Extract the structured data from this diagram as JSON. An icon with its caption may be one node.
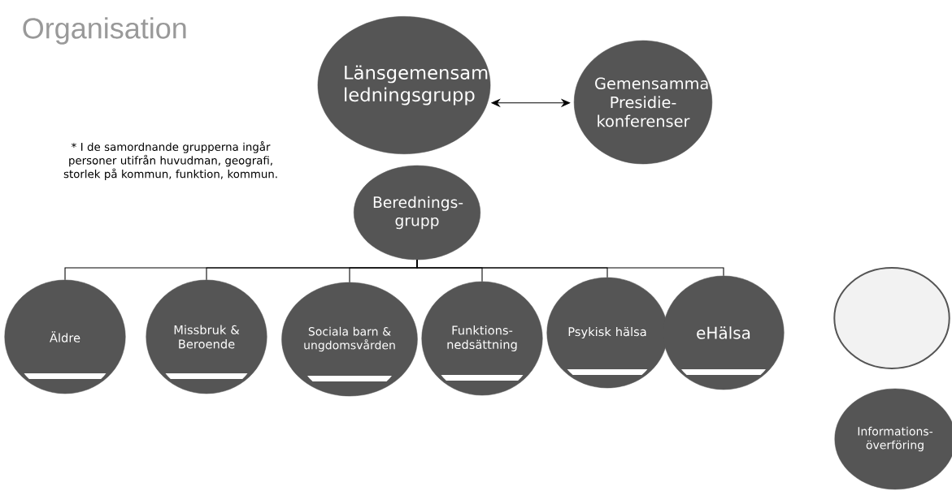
{
  "diagram": {
    "title": "Organisation",
    "nodes": [
      {
        "text": [
          "Länsgemensam ledningsgrupp"
        ]
      },
      {
        "text": [
          "Gemensamma Presidie-konferenser"
        ]
      },
      {
        "text": [
          "Berednings-grupp"
        ]
      },
      {
        "text": [
          "Äldre"
        ]
      },
      {
        "text": [
          "Missbruk & Beroende"
        ]
      },
      {
        "text": [
          "Sociala barn & ungdomsvården"
        ]
      },
      {
        "text": [
          "Funktions-nedsättning"
        ]
      },
      {
        "text": [
          "Psykisk hälsa"
        ]
      },
      {
        "text": [
          "eHälsa"
        ]
      },
      {
        "text": [],
        "shape": "circle"
      },
      {
        "text": [
          "Informations-överföring"
        ]
      }
    ],
    "edges": [
      {
        "from": 0,
        "to": 1,
        "arrow": "both"
      },
      {
        "from": 2,
        "to": 3,
        "arrow": "none"
      },
      {
        "from": 2,
        "to": 4,
        "arrow": "none"
      },
      {
        "from": 2,
        "to": 5,
        "arrow": "none"
      },
      {
        "from": 2,
        "to": 6,
        "arrow": "none"
      },
      {
        "from": 2,
        "to": 7,
        "arrow": "none"
      },
      {
        "from": 2,
        "to": 8,
        "arrow": "none"
      }
    ],
    "labels": [
      "* I de samordnande grupperna ingår personer utifrån huvudman, geografi, storlek på kommun, funktion, kommun."
    ]
  }
}
